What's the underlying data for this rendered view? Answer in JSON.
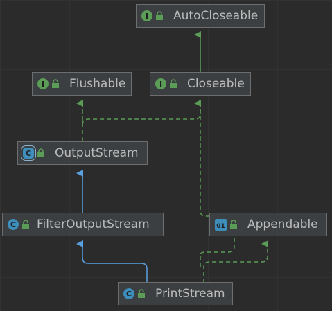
{
  "diagram": {
    "colors": {
      "background": "#2b2b2b",
      "node_fill": "#3c3f41",
      "node_border": "#6e6e6e",
      "text": "#bbbbbb",
      "interface_badge": "#5b9c57",
      "class_badge": "#3d8ebb",
      "extends_edge": "#5a9fe0",
      "implements_edge": "#5b9c57"
    },
    "nodes": {
      "autocloseable": {
        "label": "AutoCloseable",
        "kind": "interface",
        "badge": "I",
        "icon": "interface-icon"
      },
      "flushable": {
        "label": "Flushable",
        "kind": "interface",
        "badge": "I",
        "icon": "interface-icon"
      },
      "closeable": {
        "label": "Closeable",
        "kind": "interface",
        "badge": "I",
        "icon": "interface-icon"
      },
      "outputstream": {
        "label": "OutputStream",
        "kind": "abstract-class",
        "badge": "C",
        "icon": "abstract-class-icon"
      },
      "filteroutputstream": {
        "label": "FilterOutputStream",
        "kind": "class",
        "badge": "C",
        "icon": "class-icon"
      },
      "appendable": {
        "label": "Appendable",
        "kind": "interface",
        "badge": "01",
        "icon": "interface-icon"
      },
      "printstream": {
        "label": "PrintStream",
        "kind": "class",
        "badge": "C",
        "icon": "class-icon"
      }
    },
    "edges": [
      {
        "from": "closeable",
        "to": "autocloseable",
        "type": "extends-interface"
      },
      {
        "from": "outputstream",
        "to": "flushable",
        "type": "implements"
      },
      {
        "from": "outputstream",
        "to": "closeable",
        "type": "implements"
      },
      {
        "from": "filteroutputstream",
        "to": "outputstream",
        "type": "extends"
      },
      {
        "from": "printstream",
        "to": "filteroutputstream",
        "type": "extends"
      },
      {
        "from": "printstream",
        "to": "appendable",
        "type": "implements"
      },
      {
        "from": "printstream",
        "to": "closeable",
        "type": "implements"
      }
    ]
  }
}
